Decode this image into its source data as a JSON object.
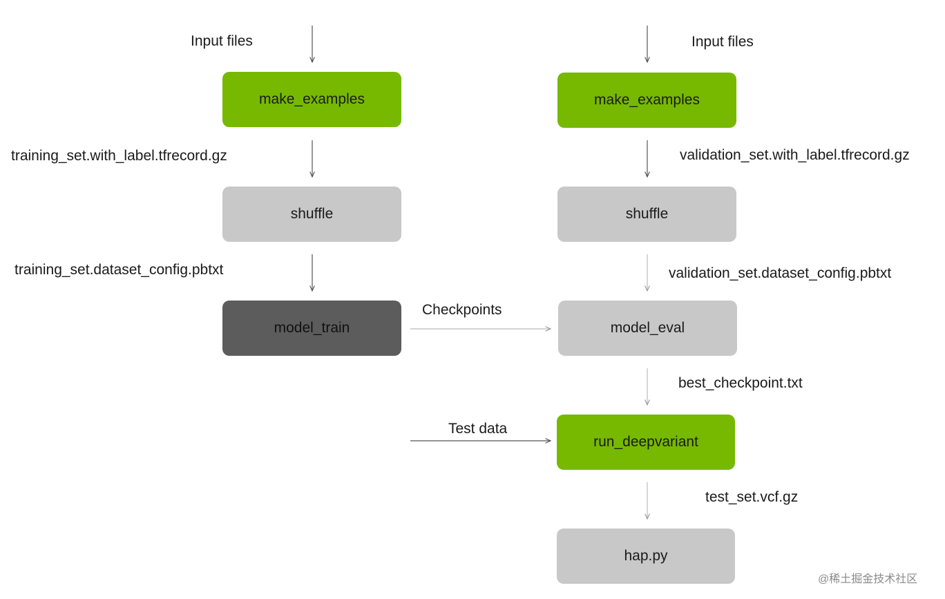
{
  "colors": {
    "green": "#76b900",
    "light": "#c8c8c8",
    "dark": "#5c5c5c",
    "arrow": "#555555",
    "arrow_faint": "#bbbbbb"
  },
  "left": {
    "input_label": "Input files",
    "make_examples": "make_examples",
    "training_label": "training_set.with_label.tfrecord.gz",
    "shuffle": "shuffle",
    "config_label": "training_set.dataset_config.pbtxt",
    "model_train": "model_train"
  },
  "right": {
    "input_label": "Input files",
    "make_examples": "make_examples",
    "validation_label": "validation_set.with_label.tfrecord.gz",
    "shuffle": "shuffle",
    "config_label": "validation_set.dataset_config.pbtxt",
    "model_eval": "model_eval",
    "best_label": "best_checkpoint.txt",
    "run_deepvariant": "run_deepvariant",
    "vcf_label": "test_set.vcf.gz",
    "hap_py": "hap.py"
  },
  "edges": {
    "checkpoints": "Checkpoints",
    "test_data": "Test data"
  },
  "watermark": "@稀土掘金技术社区"
}
